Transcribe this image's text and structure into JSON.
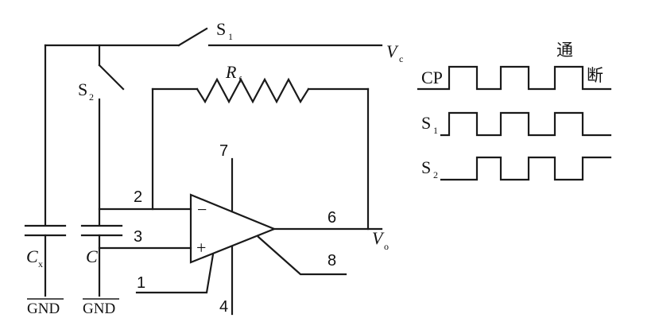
{
  "labels": {
    "s1": "S",
    "s1_sub": "1",
    "s2": "S",
    "s2_sub": "2",
    "vc": "V",
    "vc_sub": "c",
    "rf": "R",
    "rf_sub": "f",
    "vo": "V",
    "vo_sub": "o",
    "cx": "C",
    "cx_sub": "x",
    "c": "C",
    "gnd1": "GND",
    "gnd2": "GND",
    "minus": "−",
    "plus": "+"
  },
  "pins": {
    "p1": "1",
    "p2": "2",
    "p3": "3",
    "p4": "4",
    "p6": "6",
    "p7": "7",
    "p8": "8"
  },
  "timing": {
    "on_label": "通",
    "off_label": "断",
    "signals": [
      {
        "label": "CP",
        "sub": ""
      },
      {
        "label": "S",
        "sub": "1"
      },
      {
        "label": "S",
        "sub": "2"
      }
    ]
  }
}
